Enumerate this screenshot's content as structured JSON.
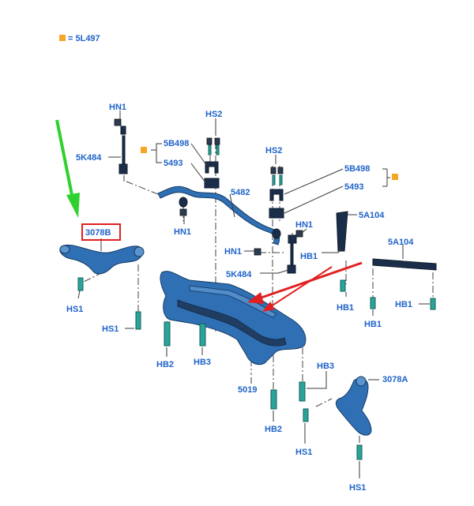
{
  "legend": {
    "marker_color": "#f5a623",
    "text": "= 5L497"
  },
  "labels": {
    "hn1_top": "HN1",
    "k5484_left": "5K484",
    "hs2_left": "HS2",
    "b5498_left": "5B498",
    "b5493_left": "5493",
    "hn1_mid": "HN1",
    "p5482": "5482",
    "hs2_right": "HS2",
    "b5498_right": "5B498",
    "b5493_right": "5493",
    "a5a104_top": "5A104",
    "hn1_right": "HN1",
    "hb1_right": "HB1",
    "hn1_low": "HN1",
    "k5484_low": "5K484",
    "a5a104_right": "5A104",
    "p3078b": "3078B",
    "hs1_left": "HS1",
    "hs1_left2": "HS1",
    "hb1_a": "HB1",
    "hb1_b": "HB1",
    "hb1_c": "HB1",
    "hb2_left": "HB2",
    "hb3_left": "HB3",
    "hb3_right": "HB3",
    "p5019": "5019",
    "p3078a": "3078A",
    "hb2_bottom": "HB2",
    "hs1_b1": "HS1",
    "hs1_b2": "HS1"
  },
  "colors": {
    "label_blue": "#1f63c9",
    "part_blue": "#2f6fb3",
    "highlight_box": "#e02020",
    "green_arrow": "#2fd12f",
    "red_arrow": "#e02020",
    "marker_orange": "#f5a623"
  }
}
